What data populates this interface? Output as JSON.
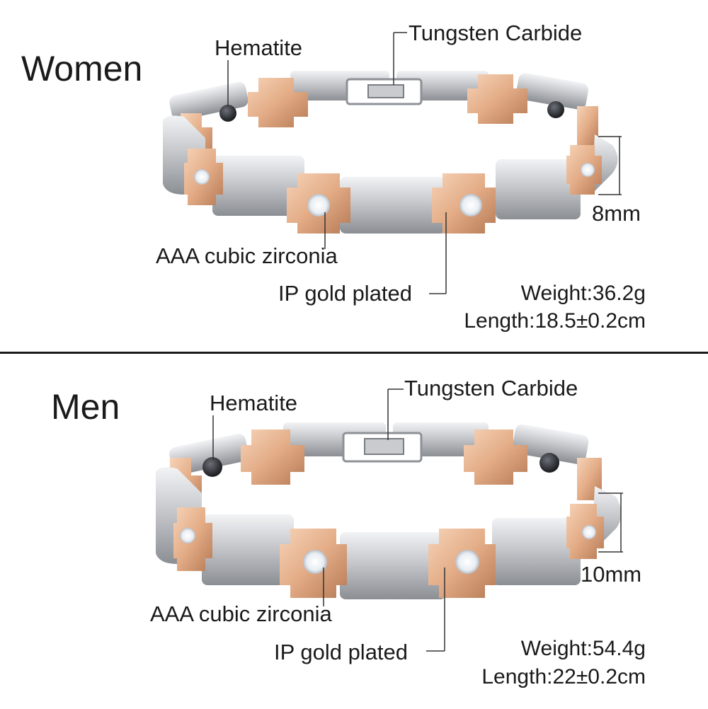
{
  "panels": {
    "women": {
      "title": "Women",
      "hematite": "Hematite",
      "tungsten": "Tungsten Carbide",
      "zirconia": "AAA cubic zirconia",
      "gold": "IP gold plated",
      "width": "8mm",
      "weight": "Weight:36.2g",
      "length": "Length:18.5±0.2cm"
    },
    "men": {
      "title": "Men",
      "hematite": "Hematite",
      "tungsten": "Tungsten Carbide",
      "zirconia": "AAA cubic zirconia",
      "gold": "IP gold plated",
      "width": "10mm",
      "weight": "Weight:54.4g",
      "length": "Length:22±0.2cm"
    }
  },
  "colors": {
    "silver": "#c9cbcf",
    "silver_dark": "#8e9196",
    "gold": "#e8b896",
    "gold_dark": "#c88e6a",
    "hematite": "#2b2e33",
    "line": "#333333"
  }
}
